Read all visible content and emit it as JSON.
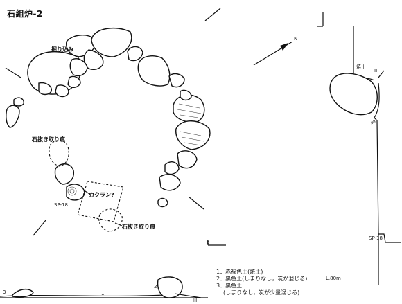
{
  "title": "石組炉-2",
  "plan": {
    "label_horikomi": "掘り込み",
    "label_ishinuki_1": "石抜き取り痕",
    "label_ishinuki_2": "石抜き取り痕",
    "label_kakuran": "カクラン?",
    "label_sp": "SP-18",
    "label_north": "N",
    "label_b": "b"
  },
  "profile_bottom": {
    "label_3": "3",
    "label_1": "1",
    "label_2": "2",
    "label_III": "III"
  },
  "profile_right": {
    "label_yakedo": "焼土",
    "label_II": "II",
    "label_rei": "砕",
    "label_sp": "SP-18"
  },
  "legend": {
    "item1": "1．赤褐色土(焼土)",
    "item2": "2．黒色土(しまりなし，炭が混じる)",
    "item3": "3．黒色土",
    "item3_note": "(しまりなし，炭が少量混じる)",
    "scale": "L.80m"
  }
}
